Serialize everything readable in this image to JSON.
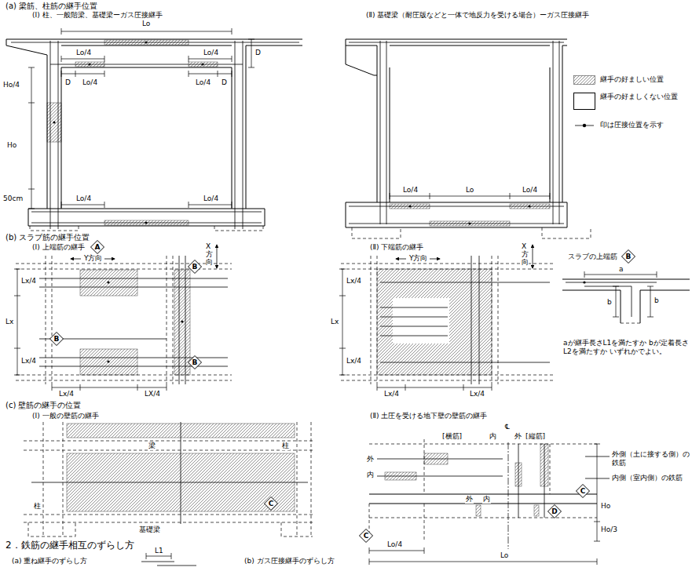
{
  "diagram": {
    "nodes": [
      {
        "text": [
          "A"
        ]
      },
      {
        "text": [
          "B"
        ]
      },
      {
        "text": [
          "B"
        ]
      },
      {
        "text": [
          "B"
        ]
      },
      {
        "text": [
          "B"
        ]
      },
      {
        "text": [
          "C"
        ]
      },
      {
        "text": [
          "C"
        ]
      },
      {
        "text": [
          "D"
        ]
      },
      {
        "text": [
          "C"
        ]
      }
    ],
    "labels": [
      "(a) 梁筋、柱筋の継手位置",
      "(Ⅰ) 柱、一般階梁、基礎梁ーガス圧接継手",
      "Lo",
      "Lo/4",
      "Lo/4",
      "D",
      "D",
      "Lo/4",
      "Lo/4",
      "D",
      "Ho/4",
      "Ho",
      "50cm",
      "Lo/4",
      "Lo/4",
      "(Ⅱ) 基礎梁（耐圧版などと一体で地反力を受ける場合）ーガス圧接継手",
      "Lo/4",
      "Lo",
      "Lo/4",
      "(b) スラブ筋の継手位置",
      "(Ⅰ) 上端筋の継手",
      "Y方向",
      "X方向",
      "Lx/4",
      "Lx",
      "Lx/4",
      "Lx/4",
      "LX/4",
      "(Ⅱ) 下端筋の継手",
      "Y方向",
      "X方向",
      "Lx/4",
      "Lx",
      "Lx/4",
      "Lx/4",
      "Lx/4",
      "スラブの上端筋",
      "a",
      "b",
      "b",
      "aが継手長さL1を満たすか bが定着長さL2を満たすか いずれかでよい。",
      "(c) 壁筋の継手の位置",
      "(Ⅰ) 一般の壁筋の継手",
      "梁",
      "柱",
      "柱",
      "基礎梁",
      "(Ⅱ) 土圧を受ける地下壁の壁筋の継手",
      "℄",
      "[横筋]",
      "内",
      "外",
      "[縦筋]",
      "外",
      "内",
      "外",
      "内",
      "外側（土に接する側）の鉄筋",
      "内側（室内側）の鉄筋",
      "Ho",
      "Ho/3",
      "Lo/4",
      "Lo",
      "2．鉄筋の継手相互のずらし方",
      "(a) 重ね継手のずらし方",
      "L1",
      "(b) ガス圧接継手のずらし方"
    ],
    "legend": [
      {
        "text": "継手の好ましい位置"
      },
      {
        "text": "継手の好ましくない位置",
        "color": "#ffffff"
      },
      {
        "text": "印は圧接位置を示す"
      }
    ]
  }
}
